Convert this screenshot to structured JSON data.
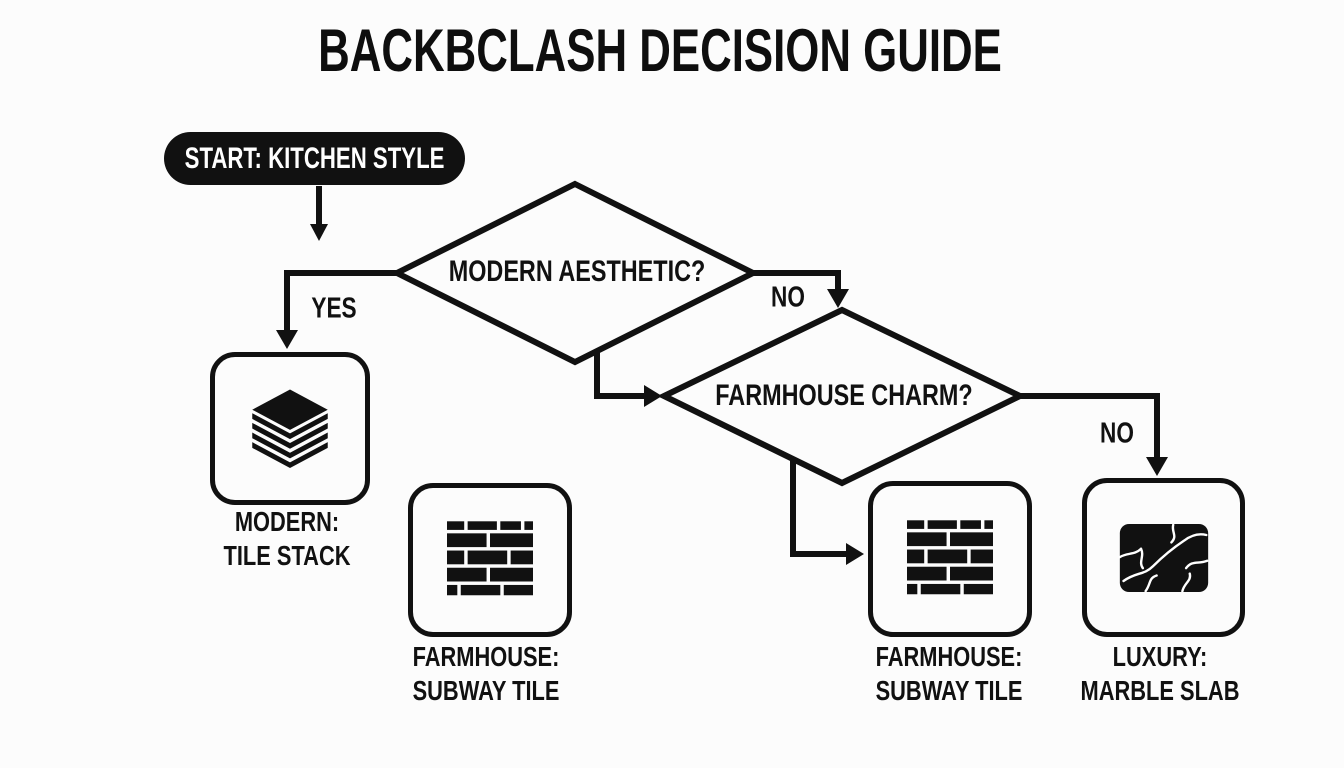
{
  "title": "BACKBCLASH DECISION GUIDE",
  "colors": {
    "ink": "#111111",
    "background": "#fcfcfc"
  },
  "start_node": {
    "label": "START: KITCHEN STYLE",
    "background": "#111111",
    "text_color": "#ffffff"
  },
  "decision_nodes": [
    {
      "question": "MODERN AESTHETIC?"
    },
    {
      "question": "FARMHOUSE CHARM?"
    }
  ],
  "branch_labels": [
    {
      "text": "YES"
    },
    {
      "text": "NO"
    },
    {
      "text": "NO"
    }
  ],
  "outcome_nodes": [
    {
      "icon": "tile-stack-icon",
      "line1": "MODERN:",
      "line2": "TILE STACK"
    },
    {
      "icon": "subway-tile-icon",
      "line1": "FARMHOUSE:",
      "line2": "SUBWAY TILE"
    },
    {
      "icon": "subway-tile-icon",
      "line1": "FARMHOUSE:",
      "line2": "SUBWAY TILE"
    },
    {
      "icon": "marble-slab-icon",
      "line1": "LUXURY:",
      "line2": "MARBLE SLAB"
    }
  ]
}
